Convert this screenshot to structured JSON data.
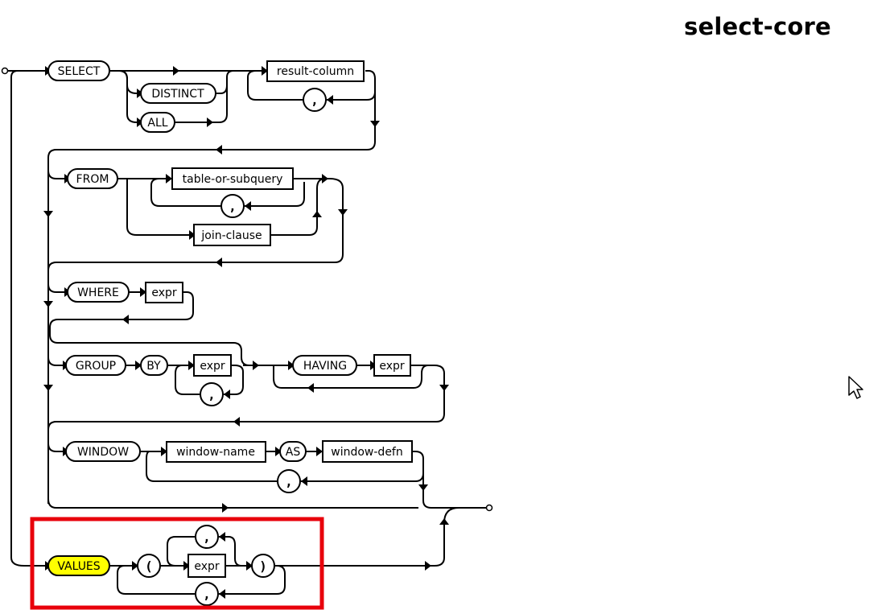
{
  "title": "select-core",
  "keywords": {
    "select": "SELECT",
    "distinct": "DISTINCT",
    "all": "ALL",
    "from": "FROM",
    "where": "WHERE",
    "group": "GROUP",
    "by": "BY",
    "having": "HAVING",
    "window": "WINDOW",
    "as": "AS",
    "values": "VALUES"
  },
  "nonterminals": {
    "result_column": "result-column",
    "table_or_subquery": "table-or-subquery",
    "join_clause": "join-clause",
    "expr": "expr",
    "window_name": "window-name",
    "window_defn": "window-defn"
  },
  "punct": {
    "comma": ",",
    "lparen": "(",
    "rparen": ")"
  },
  "colors": {
    "line": "#000000",
    "highlight_fill": "#ffff00",
    "selection_box": "#e8000b"
  },
  "highlighted_term": "VALUES",
  "icons": [
    "start-circle",
    "end-circle",
    "arrow-head",
    "mouse-pointer-icon"
  ]
}
